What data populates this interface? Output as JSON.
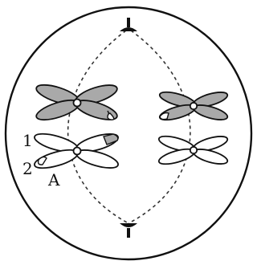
{
  "colors": {
    "stroke": "#111111",
    "shaded": "#a9a9a9",
    "unshaded": "#ffffff",
    "spindle": "#333333"
  },
  "figure": {
    "labels": {
      "one": "1",
      "two": "2",
      "allele": "A"
    },
    "chromosome_pairs": [
      {
        "side": "left",
        "shade": "gray",
        "marked_tip": "lower-right",
        "marked_tip_shade": "white"
      },
      {
        "side": "left",
        "shade": "white",
        "marked_tip": "upper-right",
        "marked_tip_shade": "gray",
        "labelled": true
      },
      {
        "side": "right",
        "shade": "gray",
        "marked_tip": "lower-left",
        "marked_tip_shade": "white"
      },
      {
        "side": "right",
        "shade": "white",
        "marked_tip": "none"
      }
    ],
    "spindle_poles": [
      "top",
      "bottom"
    ]
  }
}
